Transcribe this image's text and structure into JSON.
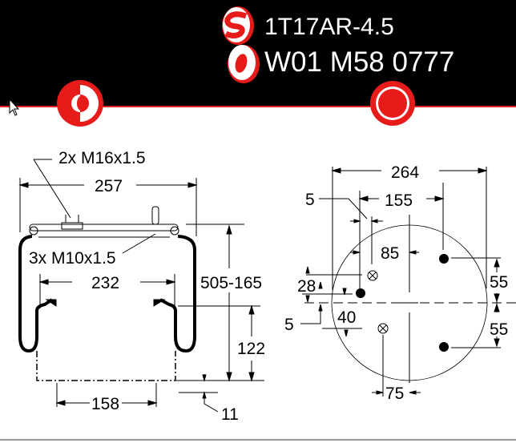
{
  "header": {
    "model": "1T17AR-4.5",
    "part_number": "W01 M58 0777",
    "accent_color": "#e81b1b",
    "icons": [
      "s-logo-icon",
      "o-logo-icon",
      "half-circle-icon",
      "filled-circle-icon"
    ]
  },
  "side_view": {
    "top_thread": "2x M16x1.5",
    "overall_width": "257",
    "stud_thread": "3x M10x1.5",
    "piston_width": "232",
    "height_range": "505-165",
    "piston_height": "122",
    "piston_base": "158",
    "offset": "11"
  },
  "top_view": {
    "diameter": "264",
    "hole_spacing": "155",
    "offset_small": "5",
    "center_offset": "85",
    "y_offset_1": "28",
    "y_offset_2": "40",
    "y_offset_3": "5",
    "upper_spacing": "55",
    "lower_spacing": "55",
    "lower_offset": "75"
  }
}
